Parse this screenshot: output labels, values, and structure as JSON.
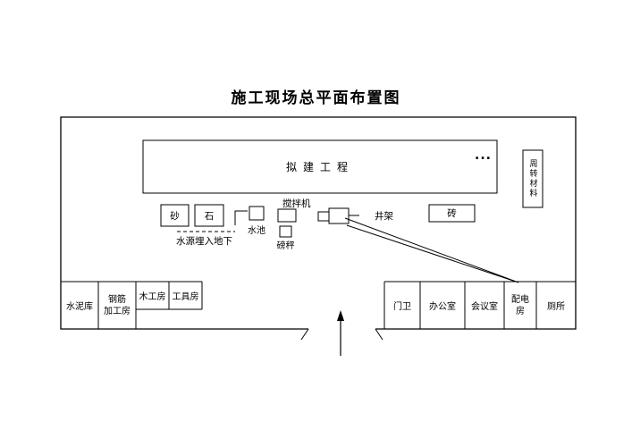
{
  "title": "施工现场总平面布置图",
  "site": {
    "proposed_building_label": "拟建工程",
    "ellipsis": "...",
    "turnover_materials_label": "周转材料",
    "sand_label": "砂",
    "stone_label": "石",
    "water_pool_label": "水池",
    "mixer_label": "搅拌机",
    "scale_label": "磅秤",
    "hoist_label": "井架",
    "brick_label": "砖",
    "water_note": "水源埋入地下",
    "rooms_left": [
      {
        "label": "水泥库"
      },
      {
        "line1": "钢筋",
        "line2": "加工房"
      },
      {
        "label": "木工房"
      },
      {
        "label": "工具房"
      }
    ],
    "rooms_right": [
      {
        "label": "门卫"
      },
      {
        "label": "办公室"
      },
      {
        "label": "会议室"
      },
      {
        "line1": "配电",
        "line2": "房"
      },
      {
        "label": "厕所"
      }
    ],
    "colors": {
      "line": "#000000",
      "background": "#ffffff"
    }
  }
}
